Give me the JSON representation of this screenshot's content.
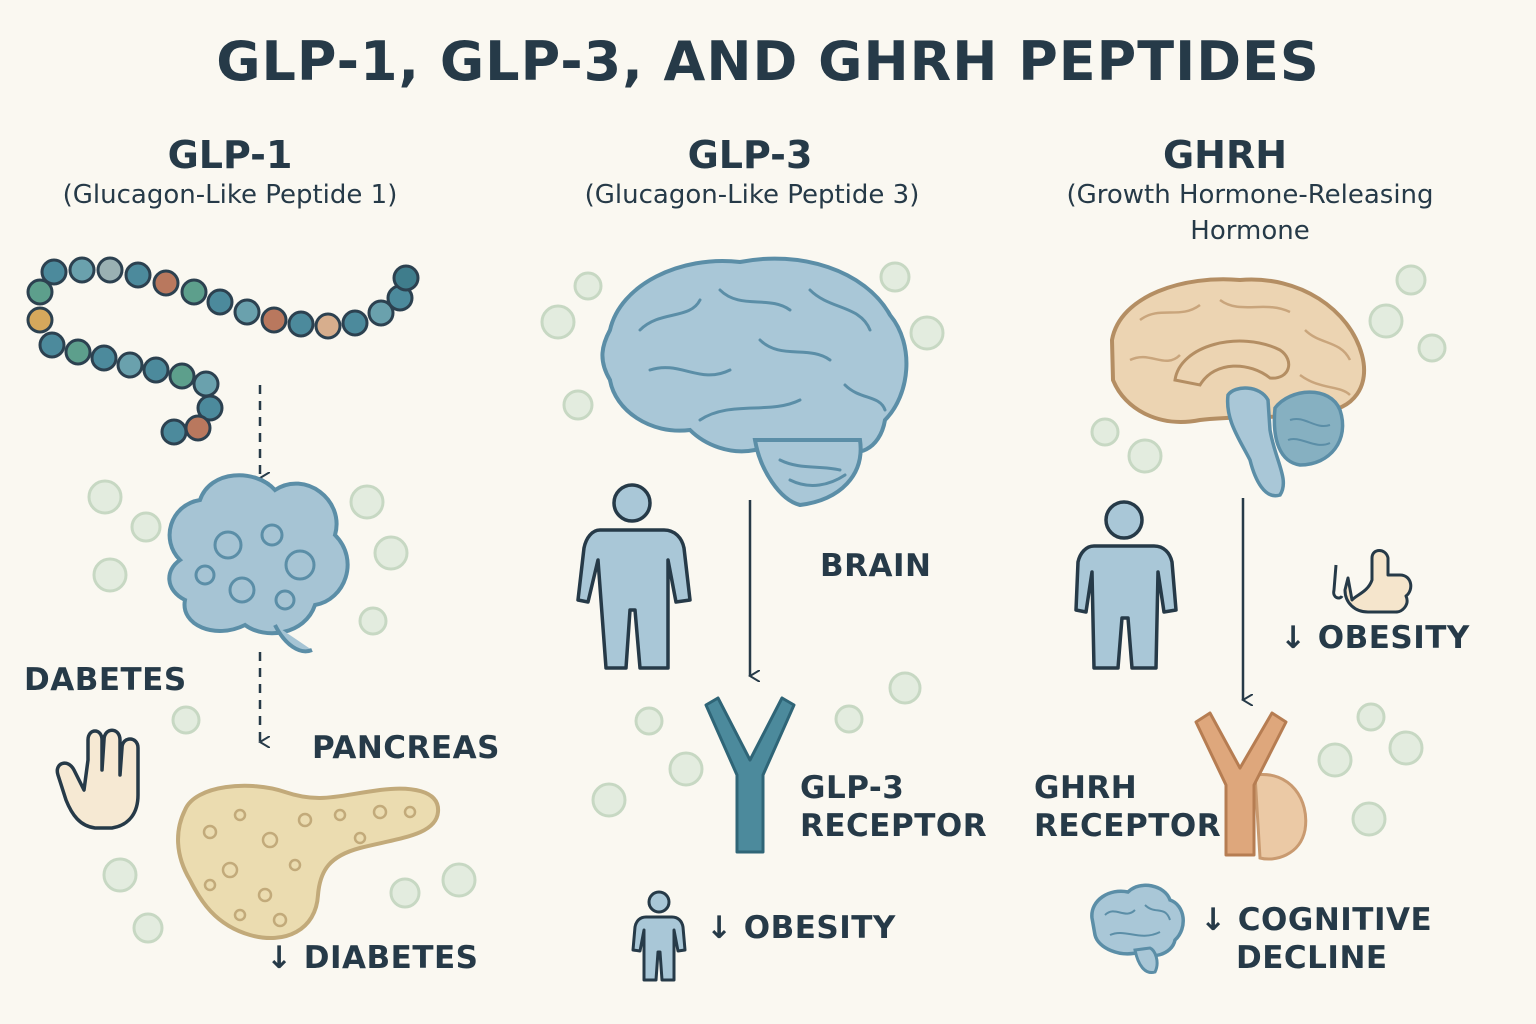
{
  "title": "GLP-1, GLP-3, AND GHRH PEPTIDES",
  "colors": {
    "background": "#faf8f1",
    "text": "#263a48",
    "blue": "#a6c4d4",
    "blue_dark": "#5b8ea7",
    "teal": "#4c8a9c",
    "tan": "#ead4b5",
    "orange": "#dea77c",
    "pancreas": "#eadbb0",
    "bubble": "#dbe8d9"
  },
  "columns": {
    "glp1": {
      "name": "GLP-1",
      "full_name": "(Glucagon-Like Peptide 1)",
      "label_dabetes": "DABETES",
      "label_pancreas": "PANCREAS",
      "label_outcome": "↓ DIABETES",
      "icons": [
        "peptide-chain-icon",
        "brain-icon",
        "hand-icon",
        "pancreas-icon"
      ]
    },
    "glp3": {
      "name": "GLP-3",
      "full_name": "(Glucagon-Like Peptide 3)",
      "label_brain": "BRAIN",
      "receptor_line1": "GLP-3",
      "receptor_line2": "RECEPTOR",
      "label_outcome": "↓ OBESITY",
      "icons": [
        "brain-icon",
        "person-icon",
        "receptor-icon"
      ]
    },
    "ghrh": {
      "name": "GHRH",
      "full_name_line1": "(Growth Hormone-Releasing",
      "full_name_line2": "Hormone",
      "label_obesity": "↓ OBESITY",
      "receptor_line1": "GHRH",
      "receptor_line2": "RECEPTOR",
      "outcome_line1": "↓ COGNITIVE",
      "outcome_line2": "DECLINE",
      "icons": [
        "brain-section-icon",
        "person-icon",
        "thumbs-up-icon",
        "receptor-icon",
        "brain-icon"
      ]
    }
  }
}
